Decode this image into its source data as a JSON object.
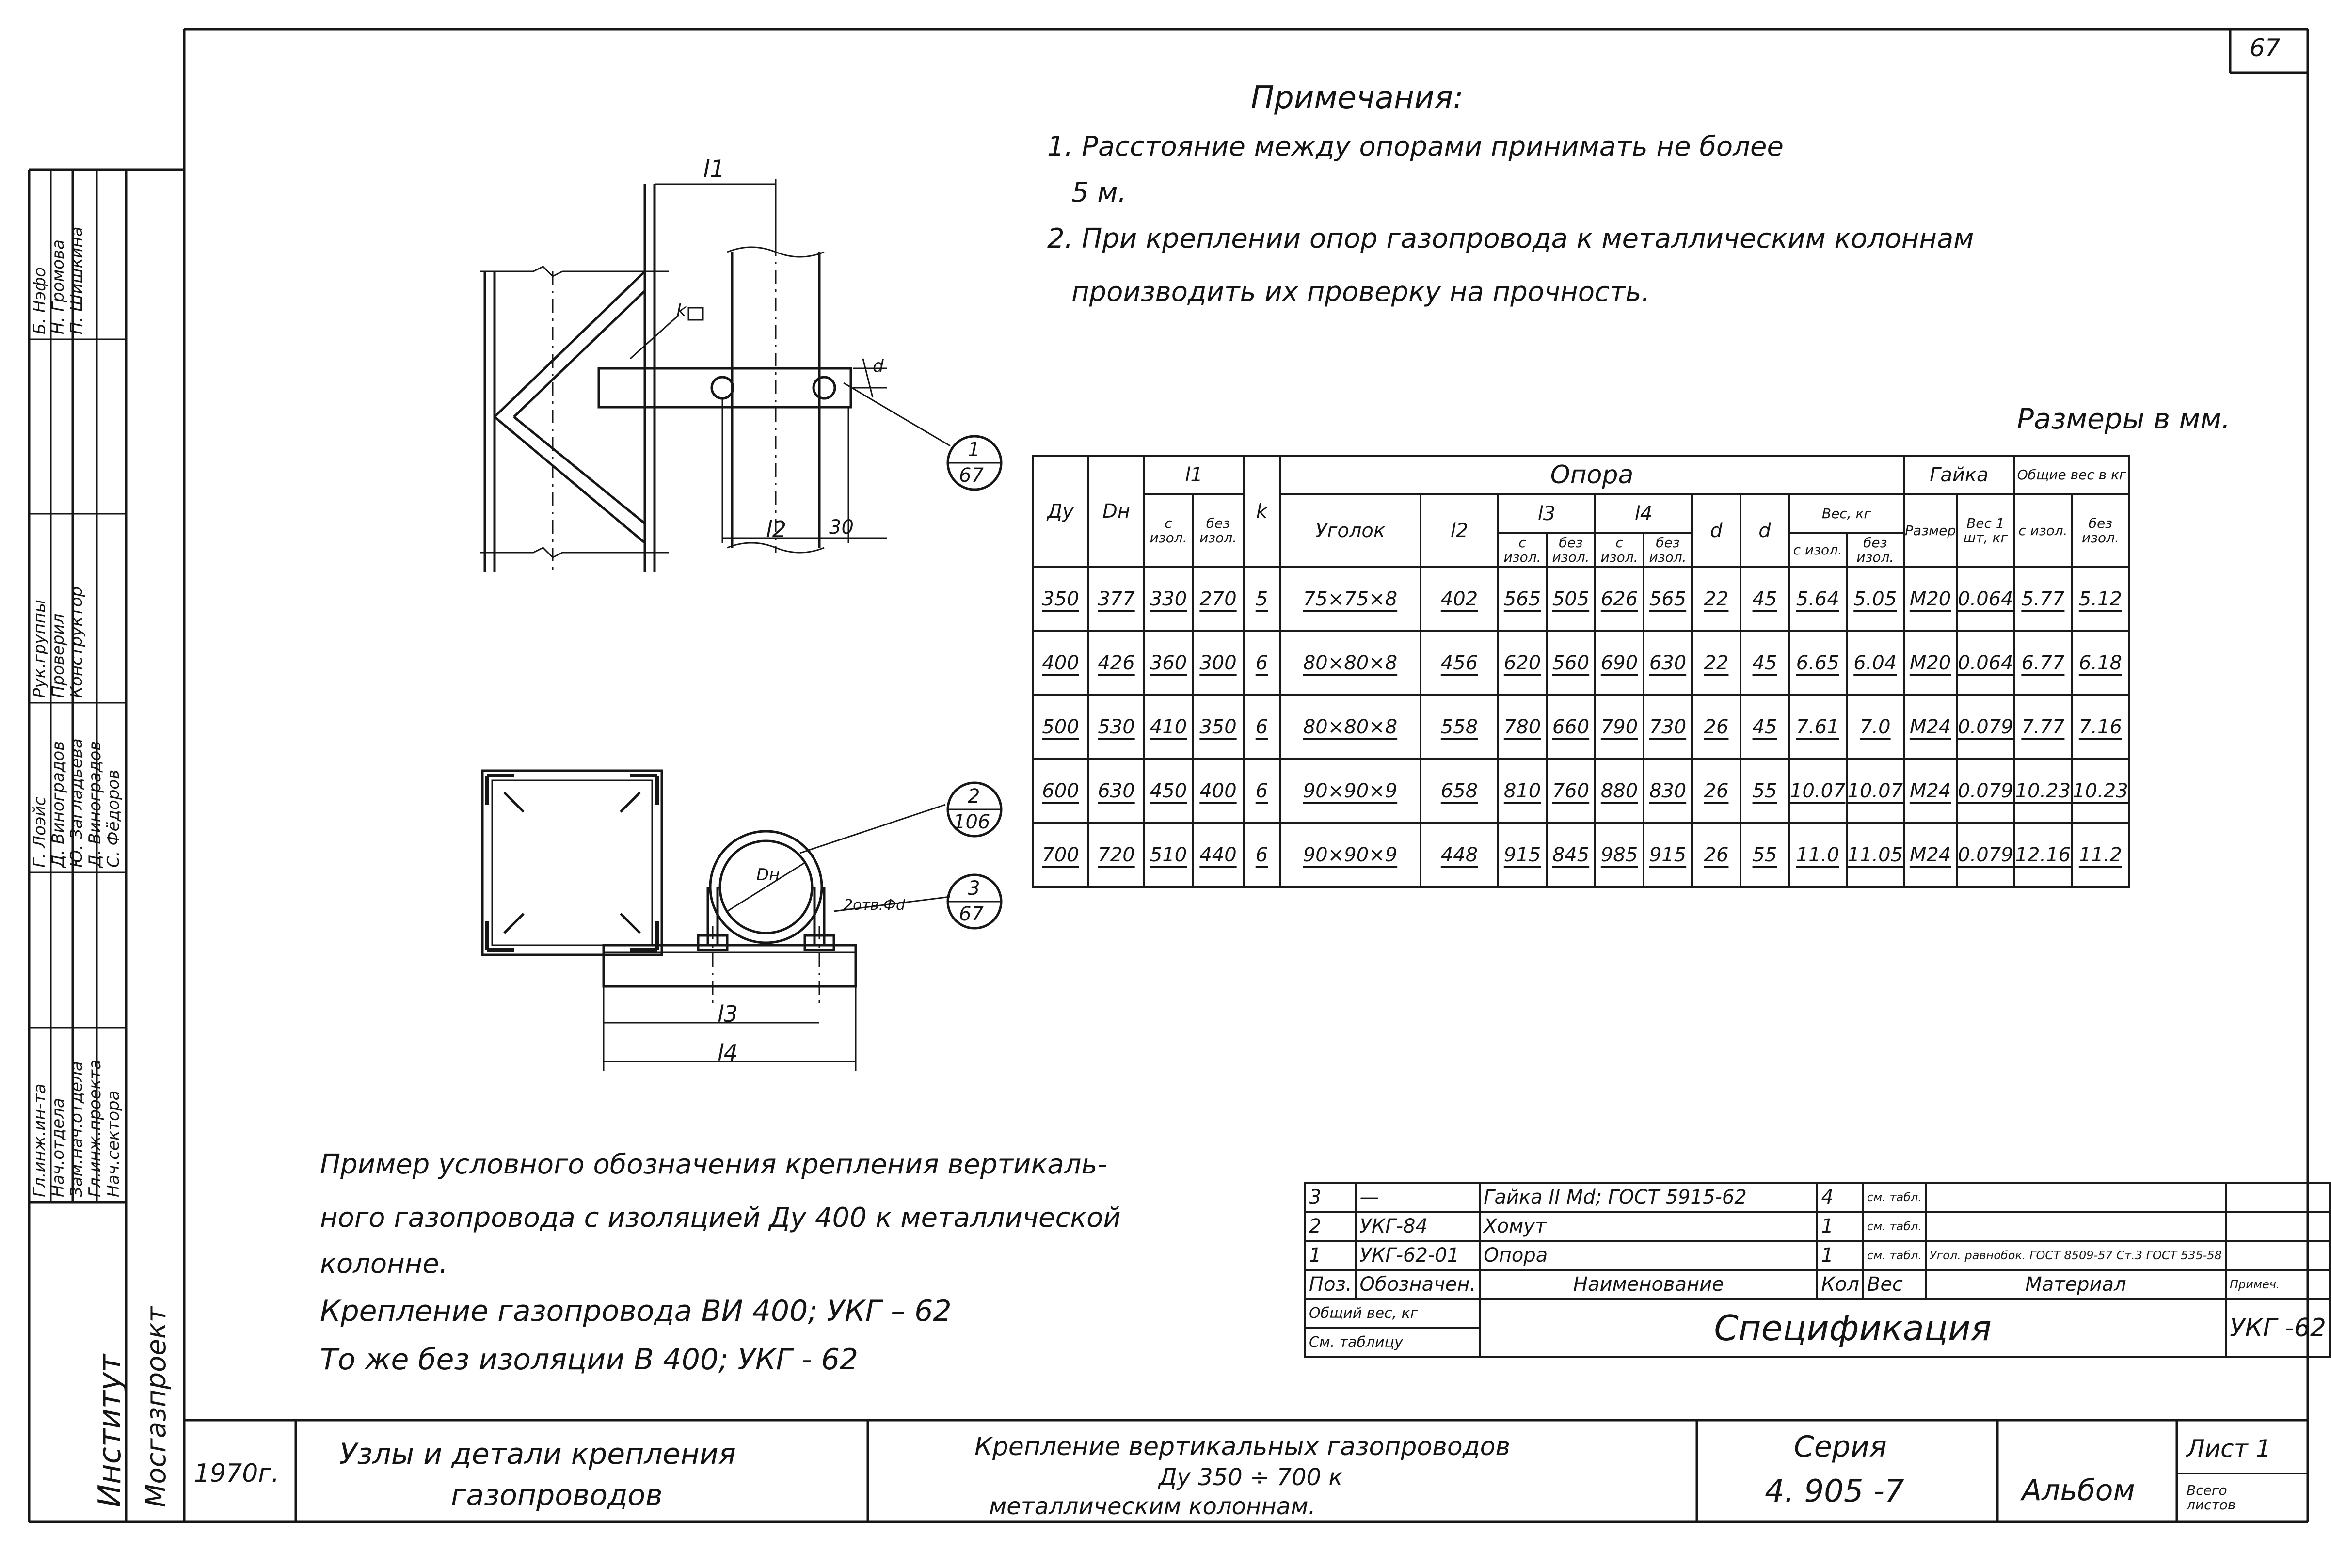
{
  "sheet": {
    "page_number": "67",
    "notes_title": "Примечания:",
    "notes": [
      "1. Расстояние между опорами принимать не более",
      "5 м.",
      "2. При креплении опор газопровода к металлическим колоннам",
      "производить их проверку на прочность."
    ],
    "units_note": "Размеры в мм."
  },
  "drawing": {
    "callouts": [
      {
        "num": "1",
        "den": "67"
      },
      {
        "num": "2",
        "den": "106"
      },
      {
        "num": "3",
        "den": "67"
      }
    ],
    "labels": {
      "l1": "l1",
      "l2": "l2",
      "l3": "l3",
      "l4": "l4",
      "k": "k",
      "d": "d",
      "dim30": "30",
      "dn": "Dн",
      "bolt": "2отв.Фd"
    }
  },
  "dim_table": {
    "group_opora": "Опора",
    "group_gaika": "Гайка",
    "group_total": "Общие вес в кг",
    "headers": {
      "du": "Ду",
      "dn": "Dн",
      "l1": "l1",
      "l1_with": "с изол.",
      "l1_without": "без изол.",
      "k": "k",
      "ugolok": "Уголок",
      "l2": "l2",
      "l3": "l3",
      "l3_with": "с изол.",
      "l3_without": "без изол.",
      "l4": "l4",
      "l4_with": "с изол.",
      "l4_without": "без изол.",
      "d_small": "d",
      "d_big": "d",
      "ves": "Вес, кг",
      "ves_with": "с изол.",
      "ves_without": "без изол.",
      "razmer": "Размер",
      "ves_1": "Вес 1 шт, кг",
      "total_with": "с изол.",
      "total_without": "без изол."
    },
    "rows": [
      [
        "350",
        "377",
        "330",
        "270",
        "5",
        "75×75×8",
        "402",
        "565",
        "505",
        "626",
        "565",
        "22",
        "45",
        "5.64",
        "5.05",
        "М20",
        "0.064",
        "5.77",
        "5.12"
      ],
      [
        "400",
        "426",
        "360",
        "300",
        "6",
        "80×80×8",
        "456",
        "620",
        "560",
        "690",
        "630",
        "22",
        "45",
        "6.65",
        "6.04",
        "М20",
        "0.064",
        "6.77",
        "6.18"
      ],
      [
        "500",
        "530",
        "410",
        "350",
        "6",
        "80×80×8",
        "558",
        "780",
        "660",
        "790",
        "730",
        "26",
        "45",
        "7.61",
        "7.0",
        "М24",
        "0.079",
        "7.77",
        "7.16"
      ],
      [
        "600",
        "630",
        "450",
        "400",
        "6",
        "90×90×9",
        "658",
        "810",
        "760",
        "880",
        "830",
        "26",
        "55",
        "10.07",
        "10.07",
        "М24",
        "0.079",
        "10.23",
        "10.23"
      ],
      [
        "700",
        "720",
        "510",
        "440",
        "6",
        "90×90×9",
        "448",
        "915",
        "845",
        "985",
        "915",
        "26",
        "55",
        "11.0",
        "11.05",
        "М24",
        "0.079",
        "12.16",
        "11.2"
      ]
    ]
  },
  "designation_example": [
    "Пример условного обозначения крепления вертикаль-",
    "ного газопровода с изоляцией Ду 400 к металлической",
    "колонне.",
    "Крепление газопровода ВИ 400; УКГ – 62",
    "То же без изоляции В 400; УКГ - 62"
  ],
  "spec_table": {
    "rows": [
      {
        "pos": "3",
        "code": "—",
        "name": "Гайка II Md; ГОСТ 5915-62",
        "qty": "4",
        "weight": "см. табл.",
        "material": "",
        "note": ""
      },
      {
        "pos": "2",
        "code": "УКГ-84",
        "name": "Хомут",
        "qty": "1",
        "weight": "см. табл.",
        "material": "",
        "note": ""
      },
      {
        "pos": "1",
        "code": "УКГ-62-01",
        "name": "Опора",
        "qty": "1",
        "weight": "см. табл.",
        "material": "Угол. равнобок. ГОСТ 8509-57 Ст.3 ГОСТ 535-58",
        "note": ""
      }
    ],
    "header": {
      "pos": "Поз.",
      "code": "Обозначен.",
      "name": "Наименование",
      "qty": "Кол",
      "weight": "Вес",
      "material": "Материал",
      "note": "Примеч."
    },
    "total_weight": "Общий вес, кг",
    "see_table": "См. таблицу",
    "title": "Спецификация",
    "doc_code": "УКГ -62"
  },
  "title_block": {
    "year": "1970г.",
    "org_line1": "Институт",
    "org_line2": "Мосгазпроект",
    "album_title_1": "Узлы и детали крепления",
    "album_title_2": "газопроводов",
    "sheet_title_1": "Крепление вертикальных газопроводов",
    "sheet_title_2": "Ду 350 ÷ 700 к",
    "sheet_title_3": "металлическим колоннам.",
    "series_label": "Серия",
    "series_value": "4. 905 -7",
    "album_label": "Альбом",
    "sheet_label": "Лист 1",
    "total_sheets": "Всего листов"
  },
  "stamp": {
    "roles": [
      "Гл.инж.ин-та",
      "Нач.отдела",
      "Зам.нач.отдела",
      "Гл.инж.проекта",
      "Нач.сектора",
      "Рук.группы",
      "Проверил",
      "Конструктор"
    ],
    "names": [
      "Г. Лоэйс",
      "Д. Виноградов",
      "Ю. Загладьева",
      "Д. Виноградов",
      "С. Фёдоров",
      "Б. Нэфо",
      "Н. Громова",
      "П. Шишкина"
    ]
  }
}
